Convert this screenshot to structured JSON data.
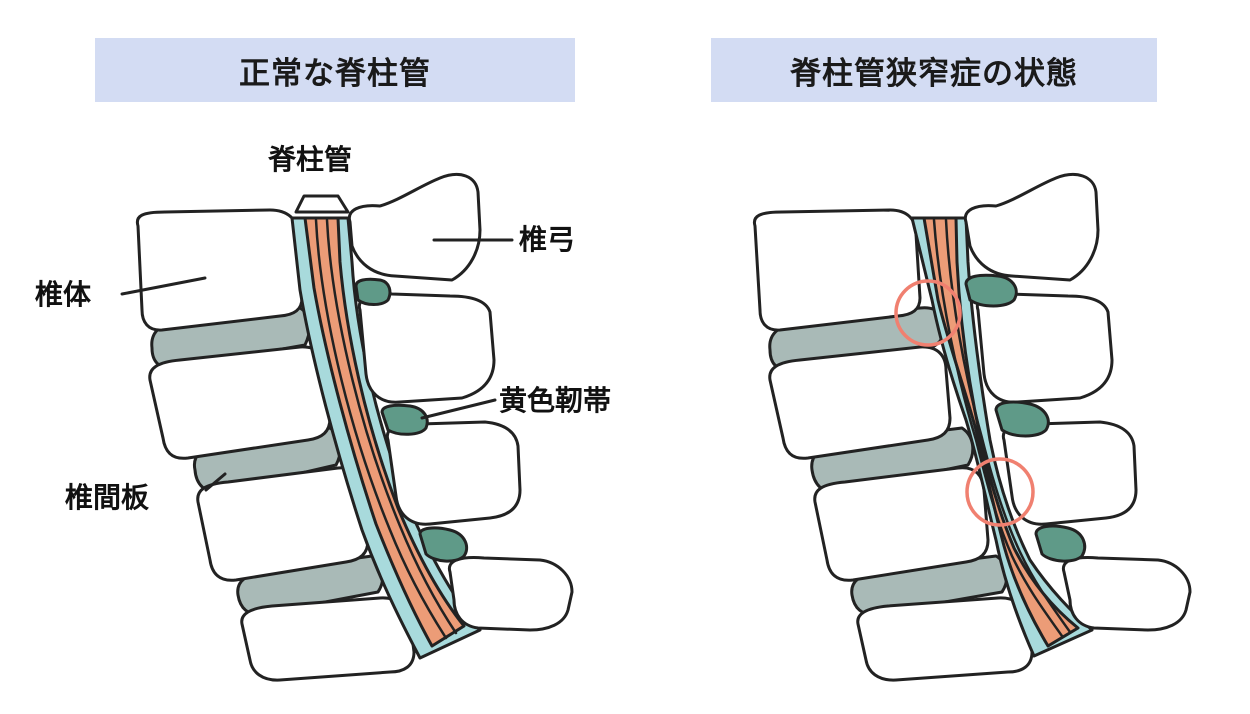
{
  "headers": {
    "normal": "正常な脊柱管",
    "stenosis": "脊柱管狭窄症の状態"
  },
  "labels": {
    "spinal_canal": "脊柱管",
    "lamina": "椎弓",
    "vertebral_body": "椎体",
    "ligamentum_flavum": "黄色靭帯",
    "intervertebral_disc": "椎間板"
  },
  "colors": {
    "header_bg": "#d3dcf3",
    "bone": "#ffffff",
    "outline": "#222222",
    "disc": "#a9bab7",
    "ligament": "#5f9a88",
    "canal": "#a8dadc",
    "nerve": "#ec9c77",
    "highlight_circle": "#f08070"
  }
}
